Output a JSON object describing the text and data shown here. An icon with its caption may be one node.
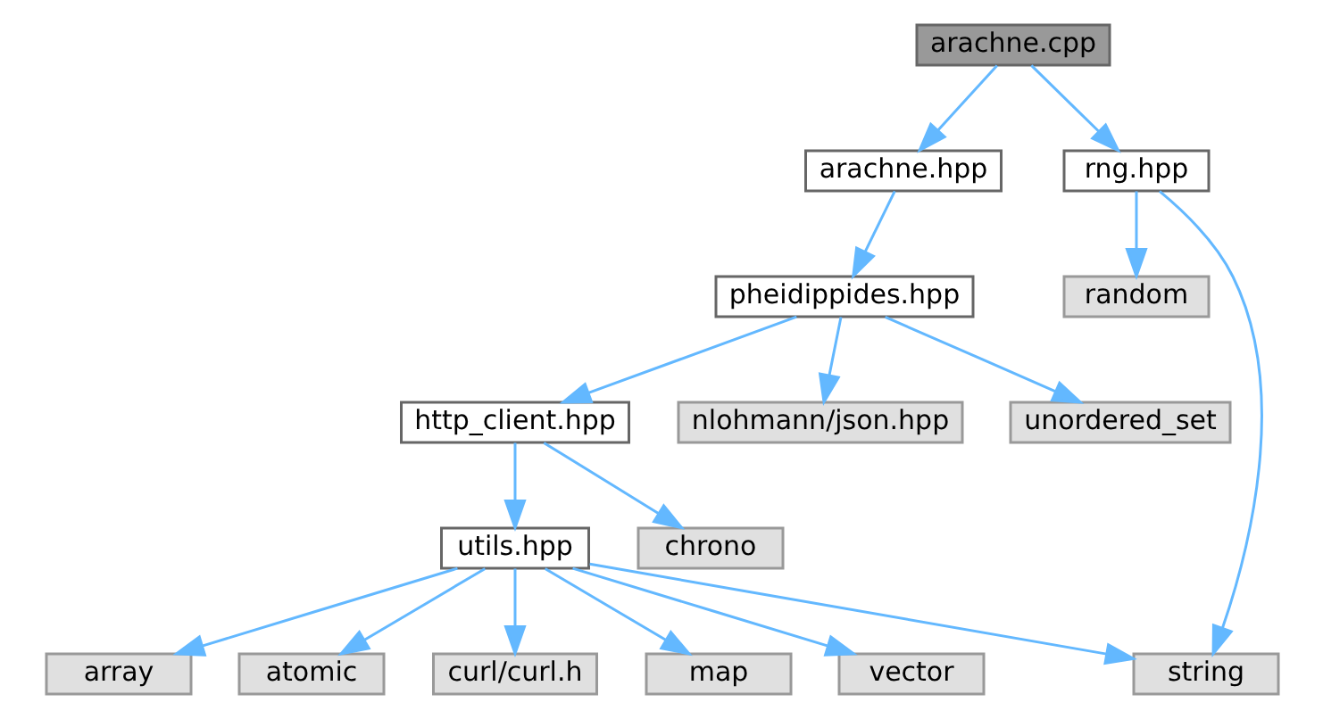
{
  "diagram": {
    "nodes": [
      {
        "text": [
          "arachne.cpp"
        ]
      },
      {
        "text": [
          "arachne.hpp"
        ]
      },
      {
        "text": [
          "rng.hpp"
        ]
      },
      {
        "text": [
          "pheidippides.hpp"
        ]
      },
      {
        "text": [
          "random"
        ]
      },
      {
        "text": [
          "http_client.hpp"
        ]
      },
      {
        "text": [
          "nlohmann/json.hpp"
        ]
      },
      {
        "text": [
          "unordered_set"
        ]
      },
      {
        "text": [
          "utils.hpp"
        ]
      },
      {
        "text": [
          "chrono"
        ]
      },
      {
        "text": [
          "array"
        ]
      },
      {
        "text": [
          "atomic"
        ]
      },
      {
        "text": [
          "curl/curl.h"
        ]
      },
      {
        "text": [
          "map"
        ]
      },
      {
        "text": [
          "vector"
        ]
      },
      {
        "text": [
          "string"
        ]
      }
    ],
    "edges": [
      {
        "from": 0,
        "to": 1,
        "arrow": "to"
      },
      {
        "from": 0,
        "to": 2,
        "arrow": "to"
      },
      {
        "from": 1,
        "to": 3,
        "arrow": "to"
      },
      {
        "from": 2,
        "to": 4,
        "arrow": "to"
      },
      {
        "from": 2,
        "to": 15,
        "arrow": "to"
      },
      {
        "from": 3,
        "to": 5,
        "arrow": "to"
      },
      {
        "from": 3,
        "to": 6,
        "arrow": "to"
      },
      {
        "from": 3,
        "to": 7,
        "arrow": "to"
      },
      {
        "from": 5,
        "to": 8,
        "arrow": "to"
      },
      {
        "from": 5,
        "to": 9,
        "arrow": "to"
      },
      {
        "from": 8,
        "to": 10,
        "arrow": "to"
      },
      {
        "from": 8,
        "to": 11,
        "arrow": "to"
      },
      {
        "from": 8,
        "to": 12,
        "arrow": "to"
      },
      {
        "from": 8,
        "to": 13,
        "arrow": "to"
      },
      {
        "from": 8,
        "to": 14,
        "arrow": "to"
      },
      {
        "from": 8,
        "to": 15,
        "arrow": "to"
      }
    ]
  }
}
